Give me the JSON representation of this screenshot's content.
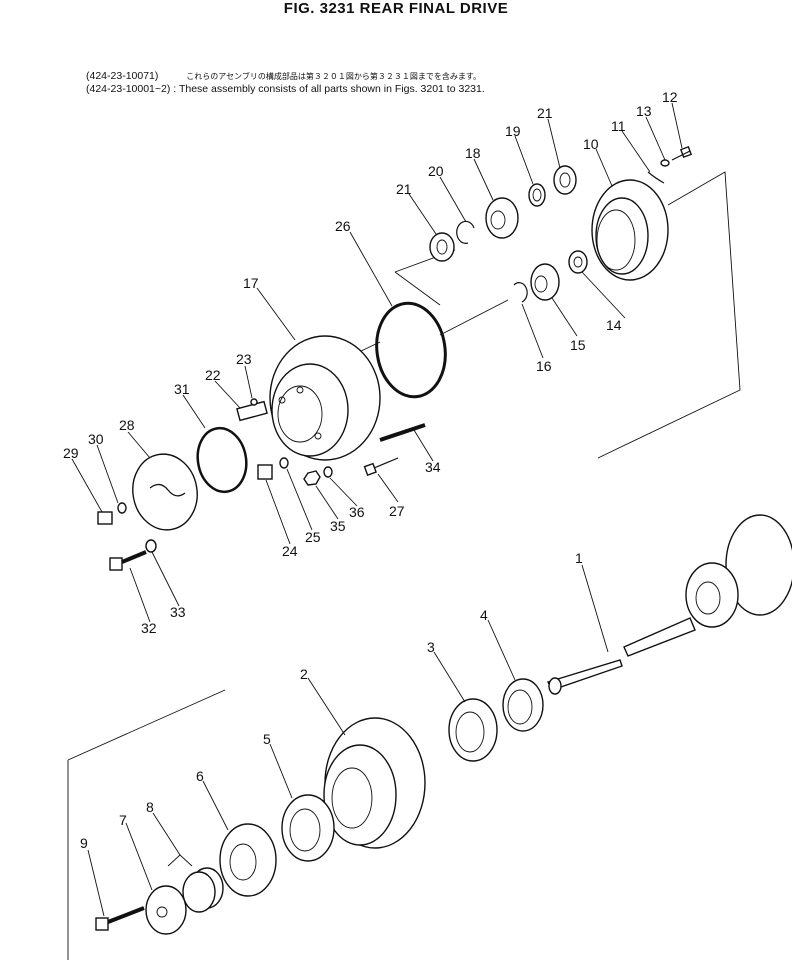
{
  "title": "FIG. 3231  REAR FINAL DRIVE",
  "notes": [
    {
      "code": "(424-23-10071)",
      "text": "これらのアセンブリの構成部品は第３２０１図から第３２３１図までを含みます。"
    },
    {
      "code": "(424-23-10001~2) :",
      "text": "These assembly consists of all parts shown in Figs. 3201 to 3231."
    }
  ],
  "callouts": [
    "1",
    "2",
    "3",
    "4",
    "5",
    "6",
    "7",
    "8",
    "9",
    "10",
    "11",
    "12",
    "13",
    "14",
    "15",
    "16",
    "17",
    "18",
    "19",
    "20",
    "21",
    "21",
    "22",
    "23",
    "24",
    "25",
    "26",
    "27",
    "28",
    "29",
    "30",
    "31",
    "32",
    "33",
    "34",
    "35",
    "36"
  ]
}
